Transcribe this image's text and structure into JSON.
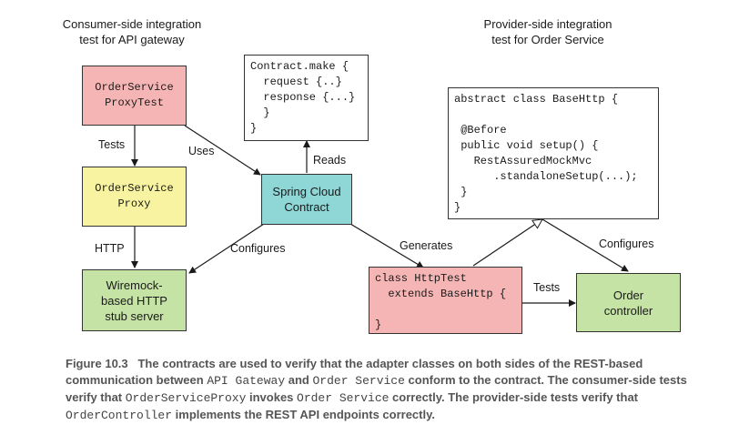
{
  "headings": {
    "consumer": "Consumer-side integration\ntest for API gateway",
    "provider": "Provider-side integration\ntest for Order Service"
  },
  "boxes": {
    "order_service_proxy_test": "OrderService\nProxyTest",
    "order_service_proxy": "OrderService\nProxy",
    "wiremock": "Wiremock-\nbased HTTP\nstub server",
    "contract_make": "Contract.make {\n  request {..}\n  response {...}\n  }\n}",
    "spring_cloud_contract": "Spring Cloud\nContract",
    "base_http": "abstract class BaseHttp {\n\n @Before\n public void setup() {\n   RestAssuredMockMvc\n      .standaloneSetup(...);\n }\n}",
    "http_test": "class HttpTest\n  extends BaseHttp {\n\n}",
    "order_controller": "Order\ncontroller"
  },
  "labels": {
    "tests_left": "Tests",
    "uses": "Uses",
    "reads": "Reads",
    "http": "HTTP",
    "configures_left": "Configures",
    "generates": "Generates",
    "configures_right": "Configures",
    "tests_right": "Tests"
  },
  "caption": {
    "figure": "Figure 10.3",
    "p1": "The contracts are used to verify that the adapter classes on both sides of the REST-based communication between ",
    "c1": "API Gateway",
    "p2": " and ",
    "c2": "Order Service",
    "p3": " conform to the contract. The consumer-side tests verify that ",
    "c3": "OrderServiceProxy",
    "p4": " invokes ",
    "c4": "Order Service",
    "p5": " correctly. The provider-side tests verify that ",
    "c5": "OrderController",
    "p6": " implements the REST API endpoints correctly."
  },
  "colors": {
    "pink": "#f6b5b5",
    "yellow": "#f7f3a0",
    "green": "#c6e3a6",
    "teal": "#8fd6d6",
    "white": "#ffffff"
  }
}
